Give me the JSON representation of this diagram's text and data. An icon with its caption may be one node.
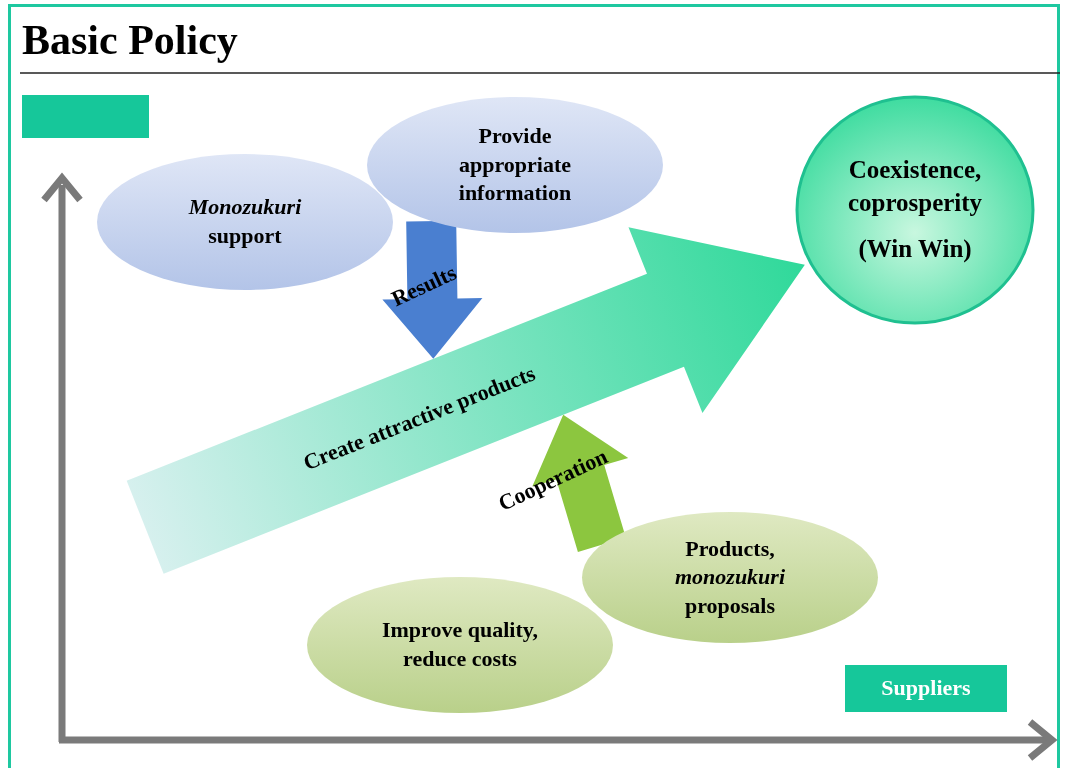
{
  "diagram": {
    "title": "Basic Policy",
    "nodes": [
      {
        "text": [],
        "shape": "box"
      },
      {
        "text": [
          "*Monozukuri* support"
        ]
      },
      {
        "text": [
          "Provide appropriate information"
        ]
      },
      {
        "text": [
          "Coexistence, coprosperity",
          "(Win Win)"
        ]
      },
      {
        "text": [
          "Improve quality, reduce costs"
        ]
      },
      {
        "text": [
          "Products, *monozukuri* proposals"
        ]
      },
      {
        "text": [
          "Suppliers"
        ]
      },
      {
        "text": [
          "Create attractive products"
        ]
      }
    ],
    "edges": [
      {
        "from": 2,
        "to": 7,
        "arrow": "to",
        "label": "Results",
        "style": "thick",
        "color": "#4a7fd0"
      },
      {
        "from": 5,
        "to": 7,
        "arrow": "to",
        "label": "Cooperation",
        "style": "thick",
        "color": "#8cc63f"
      }
    ]
  }
}
